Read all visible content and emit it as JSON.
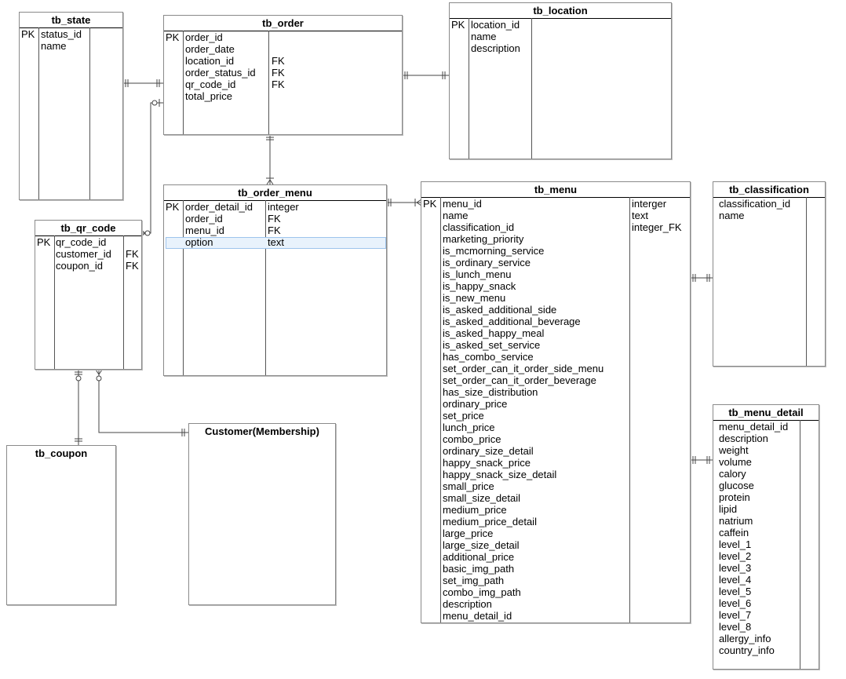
{
  "tables": {
    "tb_state": {
      "title": "tb_state",
      "keys": [
        "PK"
      ],
      "fields": [
        "status_id",
        "name"
      ],
      "types": []
    },
    "tb_order": {
      "title": "tb_order",
      "keys": [
        "PK"
      ],
      "fields": [
        "order_id",
        "order_date",
        "location_id",
        "order_status_id",
        "qr_code_id",
        "total_price"
      ],
      "types": [
        "",
        "",
        "FK",
        "FK",
        "FK"
      ]
    },
    "tb_location": {
      "title": "tb_location",
      "keys": [
        "PK"
      ],
      "fields": [
        "location_id",
        "name",
        "description"
      ],
      "types": []
    },
    "tb_order_menu": {
      "title": "tb_order_menu",
      "keys": [
        "PK"
      ],
      "fields": [
        "order_detail_id",
        "order_id",
        "menu_id",
        "option"
      ],
      "types": [
        "integer",
        "FK",
        "FK",
        "text"
      ]
    },
    "tb_qr_code": {
      "title": "tb_qr_code",
      "keys": [
        "PK"
      ],
      "fields": [
        "qr_code_id",
        "customer_id",
        "coupon_id"
      ],
      "types": [
        "",
        "FK",
        "FK"
      ]
    },
    "tb_menu": {
      "title": "tb_menu",
      "keys": [
        "PK"
      ],
      "fields": [
        "menu_id",
        "name",
        "classification_id",
        "marketing_priority",
        "is_mcmorning_service",
        "is_ordinary_service",
        "is_lunch_menu",
        "is_happy_snack",
        "is_new_menu",
        "is_asked_additional_side",
        "is_asked_additional_beverage",
        "is_asked_happy_meal",
        "is_asked_set_service",
        "has_combo_service",
        "set_order_can_it_order_side_menu",
        "set_order_can_it_order_beverage",
        "has_size_distribution",
        "ordinary_price",
        "set_price",
        "lunch_price",
        "combo_price",
        "ordinary_size_detail",
        "happy_snack_price",
        "happy_snack_size_detail",
        "small_price",
        "small_size_detail",
        "medium_price",
        "medium_price_detail",
        "large_price",
        "large_size_detail",
        "additional_price",
        "basic_img_path",
        "set_img_path",
        "combo_img_path",
        "description",
        "menu_detail_id"
      ],
      "types": [
        "interger",
        "text",
        "integer_FK"
      ]
    },
    "tb_classification": {
      "title": "tb_classification",
      "fields": [
        "classification_id",
        "name"
      ]
    },
    "tb_menu_detail": {
      "title": "tb_menu_detail",
      "fields": [
        "menu_detail_id",
        "description",
        "weight",
        "volume",
        "calory",
        "glucose",
        "protein",
        "lipid",
        "natrium",
        "caffein",
        "level_1",
        "level_2",
        "level_3",
        "level_4",
        "level_5",
        "level_6",
        "level_7",
        "level_8",
        "allergy_info",
        "country_info"
      ]
    },
    "tb_coupon": {
      "title": "tb_coupon"
    },
    "customer": {
      "title": "Customer(Membership)"
    }
  }
}
